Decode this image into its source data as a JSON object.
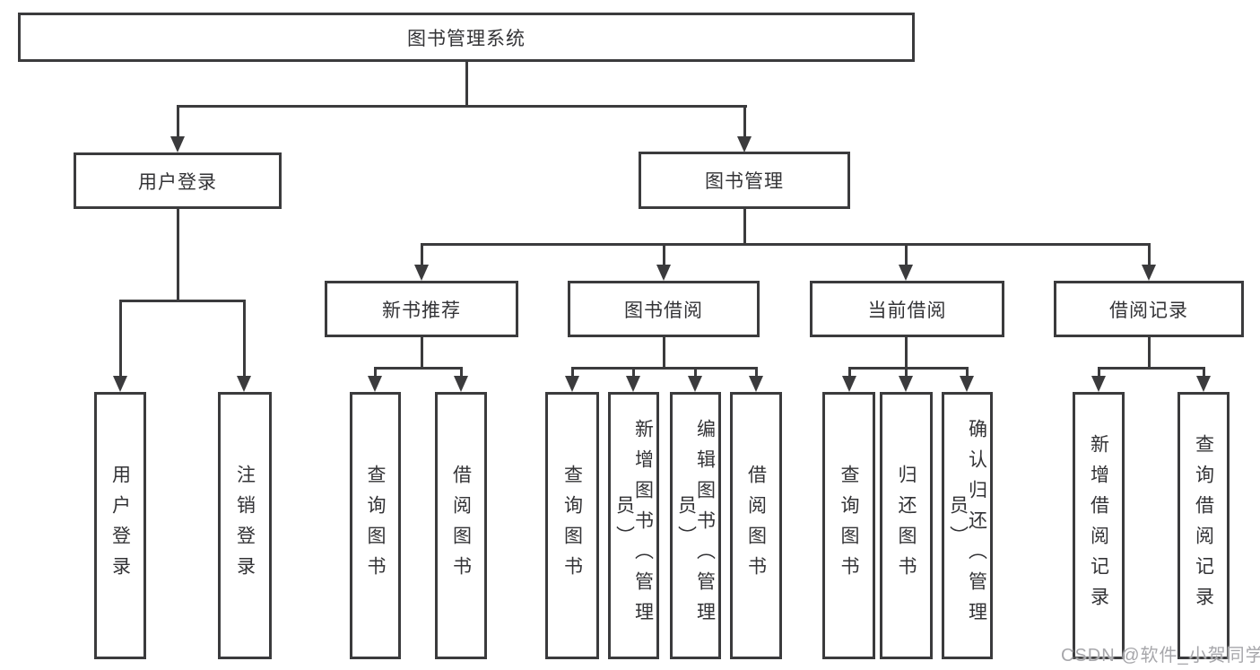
{
  "diagram": {
    "root": {
      "label": "图书管理系统"
    },
    "branches": [
      {
        "label": "用户登录",
        "children": [
          {
            "label": "用户登录"
          },
          {
            "label": "注销登录"
          }
        ]
      },
      {
        "label": "图书管理",
        "sections": [
          {
            "label": "新书推荐",
            "children": [
              {
                "label": "查询图书"
              },
              {
                "label": "借阅图书"
              }
            ]
          },
          {
            "label": "图书借阅",
            "children": [
              {
                "label": "查询图书"
              },
              {
                "label": "新增图书（管理员）"
              },
              {
                "label": "编辑图书（管理员）"
              },
              {
                "label": "借阅图书"
              }
            ]
          },
          {
            "label": "当前借阅",
            "children": [
              {
                "label": "查询图书"
              },
              {
                "label": "归还图书"
              },
              {
                "label": "确认归还（管理员）"
              }
            ]
          },
          {
            "label": "借阅记录",
            "children": [
              {
                "label": "新增借阅记录"
              },
              {
                "label": "查询借阅记录"
              }
            ]
          }
        ]
      }
    ]
  },
  "watermark": {
    "text": "CSDN @软件_小贺同学"
  },
  "colors": {
    "line": "#3b3b3d",
    "text": "#333336",
    "watermark": "#a7a7ab",
    "background": "#ffffff"
  }
}
